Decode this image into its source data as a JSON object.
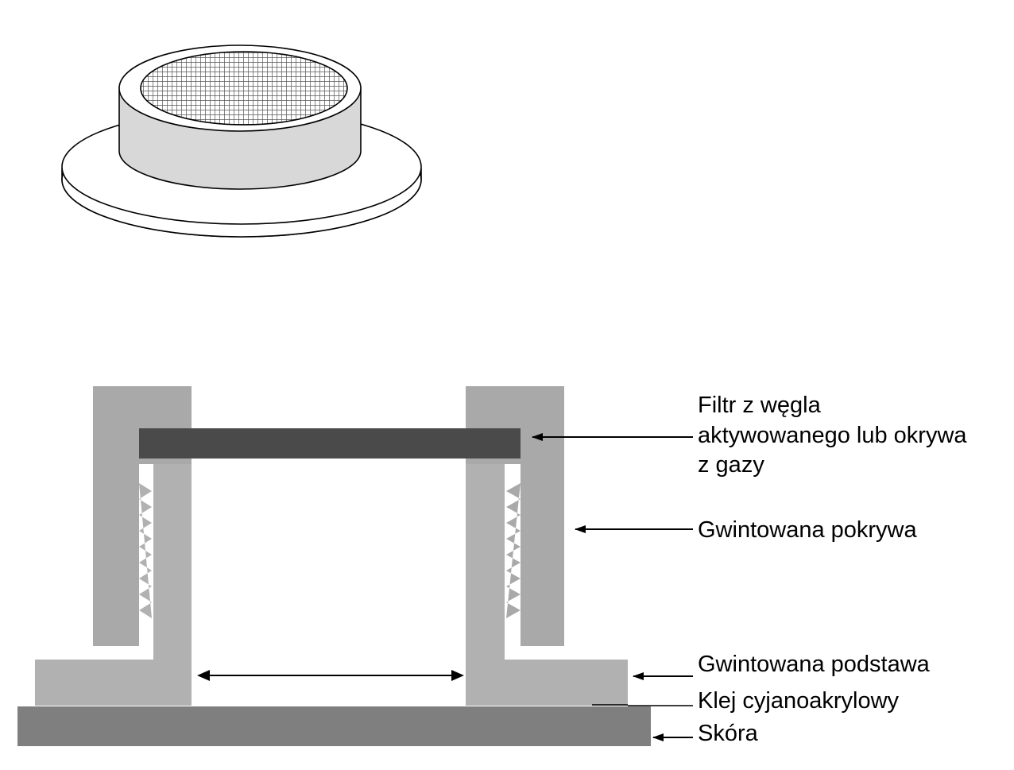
{
  "labels": {
    "filter_line1": "Filtr z węgla",
    "filter_line2": "aktywowanego lub okrywa",
    "filter_line3": "z gazy",
    "threaded_cap": "Gwintowana pokrywa",
    "threaded_base": "Gwintowana podstawa",
    "glue": "Klej cyjanoakrylowy",
    "skin": "Skóra"
  },
  "colors": {
    "wall_gray": "#a9a9a9",
    "base_gray": "#b1b1b1",
    "skin_gray": "#7f7f7f",
    "filter_dark": "#4a4a4a",
    "collar_gray": "#d8d8d8",
    "mesh": "#555555",
    "line": "#000000"
  }
}
